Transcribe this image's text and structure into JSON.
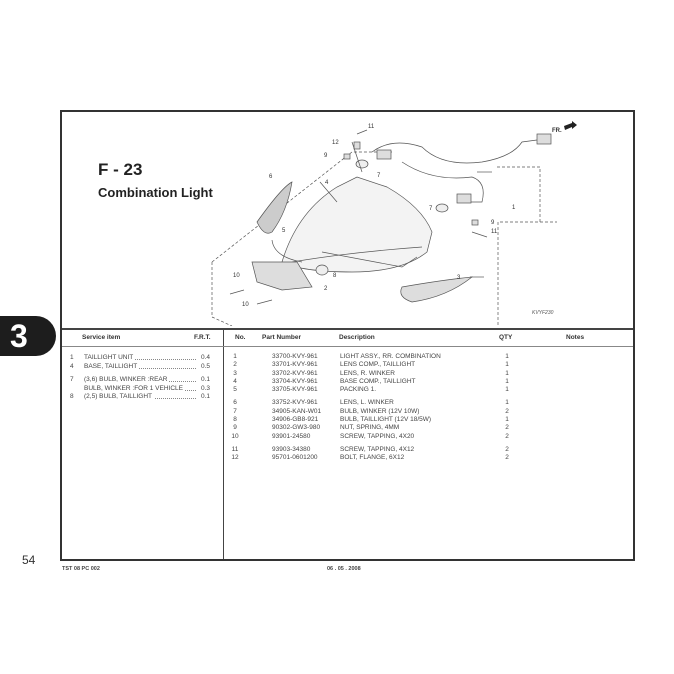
{
  "section_tab": "3",
  "page_number": "54",
  "figure": {
    "code": "F - 23",
    "name": "Combination Light",
    "diagram_code": "KVYF230",
    "direction_label": "FR."
  },
  "diagram_callouts": [
    "1",
    "2",
    "3",
    "4",
    "5",
    "6",
    "7",
    "8",
    "9",
    "10",
    "11",
    "12"
  ],
  "service_table": {
    "headers": {
      "item": "Service item",
      "frt": "F.R.T."
    },
    "rows": [
      {
        "no": "1",
        "item": "TAILLIGHT UNIT",
        "frt": "0.4"
      },
      {
        "no": "4",
        "item": "BASE, TAILLIGHT",
        "frt": "0.5"
      },
      {
        "gap": true
      },
      {
        "no": "7",
        "item": "(3,6)  BULB, WINKER :REAR",
        "frt": "0.1"
      },
      {
        "no": "",
        "item": "BULB, WINKER :FOR 1 VEHICLE",
        "frt": "0.3"
      },
      {
        "no": "8",
        "item": "(2,5)  BULB, TAILLIGHT",
        "frt": "0.1"
      }
    ]
  },
  "parts_table": {
    "headers": {
      "no": "No.",
      "part_number": "Part Number",
      "description": "Description",
      "qty": "QTY",
      "notes": "Notes"
    },
    "rows": [
      {
        "no": "1",
        "part_number": "33700-KVY-961",
        "description": "LIGHT ASSY., RR. COMBINATION",
        "qty": "1"
      },
      {
        "no": "2",
        "part_number": "33701-KVY-961",
        "description": "LENS COMP., TAILLIGHT",
        "qty": "1"
      },
      {
        "no": "3",
        "part_number": "33702-KVY-961",
        "description": "LENS, R. WINKER",
        "qty": "1"
      },
      {
        "no": "4",
        "part_number": "33704-KVY-961",
        "description": "BASE COMP., TAILLIGHT",
        "qty": "1"
      },
      {
        "no": "5",
        "part_number": "33705-KVY-961",
        "description": "PACKING 1.",
        "qty": "1"
      },
      {
        "gap": true
      },
      {
        "no": "6",
        "part_number": "33752-KVY-961",
        "description": "LENS, L. WINKER",
        "qty": "1"
      },
      {
        "no": "7",
        "part_number": "34905-KAN-W01",
        "description": "BULB, WINKER (12V 10W)",
        "qty": "2"
      },
      {
        "no": "8",
        "part_number": "34906-GB8-921",
        "description": "BULB, TAILLIGHT (12V 18/5W)",
        "qty": "1"
      },
      {
        "no": "9",
        "part_number": "90302-GW3-980",
        "description": "NUT, SPRING, 4MM",
        "qty": "2"
      },
      {
        "no": "10",
        "part_number": "93901-24580",
        "description": "SCREW, TAPPING, 4X20",
        "qty": "2"
      },
      {
        "gap": true
      },
      {
        "no": "11",
        "part_number": "93903-34380",
        "description": "SCREW, TAPPING, 4X12",
        "qty": "2"
      },
      {
        "no": "12",
        "part_number": "95701-0601200",
        "description": "BOLT, FLANGE, 6X12",
        "qty": "2"
      }
    ]
  },
  "footer": {
    "left": "TST 08 PC 002",
    "center": "06 . 05 . 2008"
  }
}
